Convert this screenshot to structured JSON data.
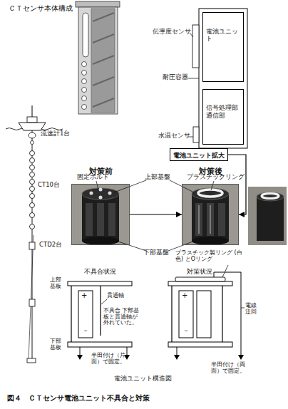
{
  "diagram": {
    "title": "ＣＴセンサ本体構成",
    "caption": "図４　ＣＴセンサ電池ユニット不具合と対策",
    "nodes": [
      {
        "text": [
          "電池ユニット"
        ]
      },
      {
        "text": [
          "信号処理部 通信部"
        ]
      },
      {
        "text": [
          "電池ユニット拡大"
        ]
      },
      {
        "text": [
          "対策前"
        ]
      },
      {
        "text": [
          "対策後"
        ]
      }
    ],
    "edges": [
      {
        "from": 3,
        "to": 4,
        "arrow": "to"
      },
      {
        "from": 2,
        "to": 4,
        "arrow": "to"
      }
    ],
    "labels": [
      "流速計1台",
      "CT10台",
      "CTD2台",
      "伝導度センサ",
      "耐圧容器",
      "水温センサ",
      "固定ボルト",
      "上部基盤",
      "プラスチックリング",
      "下部基盤",
      "プラスチック製リング (白色) とOリング",
      "不具合状況",
      "対策状況",
      "上部 基板",
      "下部 基板",
      "+",
      "－",
      "貫通軸",
      "不具合 下部基板と貫通軸が 外れていた。",
      "半田付け（片面）で固定。",
      "+",
      "－",
      "電線 迂回",
      "半田付け（両面）で固定。",
      "電池ユニット構造図"
    ]
  }
}
